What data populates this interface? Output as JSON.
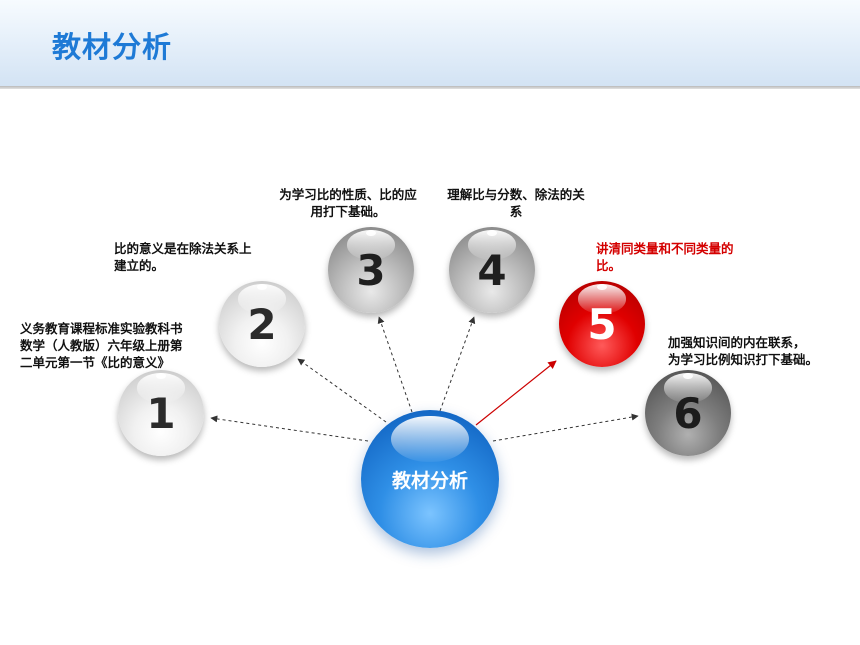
{
  "header": {
    "title": "教材分析"
  },
  "center": {
    "label": "教材分析"
  },
  "nodes": [
    {
      "number": "1",
      "caption": [
        "义务教育课程标准实验教科书",
        "数学（人教版）六年级上册第",
        "二单元第一节《比的意义》"
      ],
      "style": "light"
    },
    {
      "number": "2",
      "caption": [
        "比的意义是在除法关系上",
        "建立的。"
      ],
      "style": "light"
    },
    {
      "number": "3",
      "caption": [
        "为学习比的性质、比的应",
        "用打下基础。"
      ],
      "style": "gray"
    },
    {
      "number": "4",
      "caption": [
        "理解比与分数、除法的关",
        "系"
      ],
      "style": "gray"
    },
    {
      "number": "5",
      "caption": [
        "讲清同类量和不同类量的",
        "比。"
      ],
      "style": "red"
    },
    {
      "number": "6",
      "caption": [
        "加强知识间的内在联系，",
        "为学习比例知识打下基础。"
      ],
      "style": "dark"
    }
  ],
  "colors": {
    "title": "#1e7ad6",
    "highlight": "#d40000",
    "center_ball": "#1e7ad6"
  }
}
